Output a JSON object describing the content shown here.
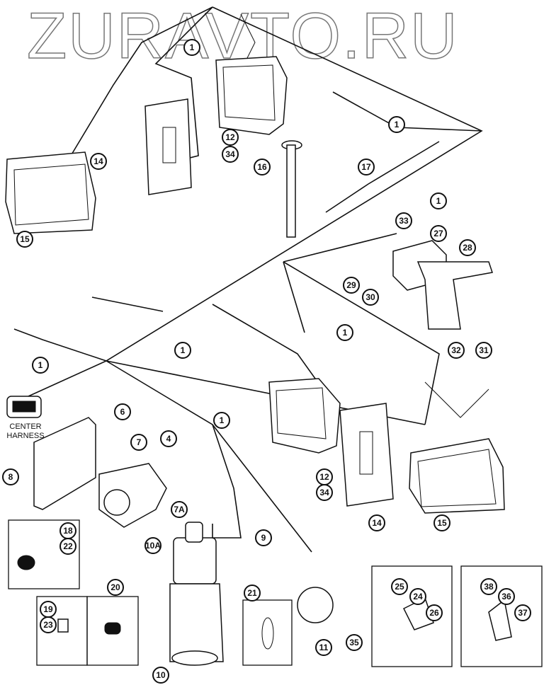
{
  "watermark": "ZURAVTO.RU",
  "labels": {
    "center_harness_1": "CENTER",
    "center_harness_2": "HARNESS"
  },
  "callouts": [
    "1",
    "12",
    "34",
    "14",
    "15",
    "16",
    "17",
    "1",
    "1",
    "33",
    "27",
    "28",
    "29",
    "30",
    "1",
    "32",
    "31",
    "1",
    "1",
    "6",
    "7",
    "4",
    "8",
    "7A",
    "1",
    "9",
    "10A",
    "18",
    "22",
    "20",
    "19",
    "23",
    "21",
    "11",
    "35",
    "12",
    "34",
    "14",
    "15",
    "10",
    "25",
    "24",
    "26",
    "38",
    "36",
    "37"
  ]
}
